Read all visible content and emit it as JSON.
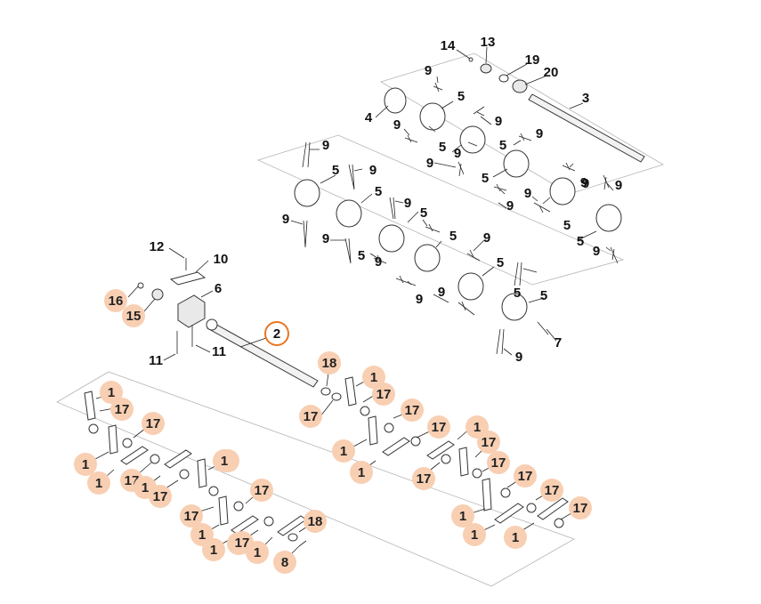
{
  "diagram": {
    "callouts": [
      {
        "id": "c14",
        "text": "14"
      },
      {
        "id": "c13",
        "text": "13"
      },
      {
        "id": "c19",
        "text": "19"
      },
      {
        "id": "c20",
        "text": "20"
      },
      {
        "id": "c3",
        "text": "3"
      },
      {
        "id": "c9a",
        "text": "9"
      },
      {
        "id": "c5a",
        "text": "5"
      },
      {
        "id": "c4",
        "text": "4"
      },
      {
        "id": "c9b",
        "text": "9"
      },
      {
        "id": "c9c",
        "text": "9"
      },
      {
        "id": "c5b",
        "text": "5"
      },
      {
        "id": "c9d",
        "text": "9"
      },
      {
        "id": "c5c",
        "text": "5"
      },
      {
        "id": "c9e",
        "text": "9"
      },
      {
        "id": "c9f",
        "text": "9"
      },
      {
        "id": "c5d",
        "text": "5"
      },
      {
        "id": "c9g",
        "text": "9"
      },
      {
        "id": "c9h",
        "text": "9"
      },
      {
        "id": "c9i",
        "text": "9"
      },
      {
        "id": "c5e",
        "text": "5"
      },
      {
        "id": "c9j",
        "text": "9"
      },
      {
        "id": "c9k",
        "text": "9"
      },
      {
        "id": "c5f",
        "text": "5"
      },
      {
        "id": "c9l",
        "text": "9"
      },
      {
        "id": "c5g",
        "text": "5"
      },
      {
        "id": "c9m",
        "text": "9"
      },
      {
        "id": "c5h",
        "text": "5"
      },
      {
        "id": "c9n",
        "text": "9"
      },
      {
        "id": "c5i",
        "text": "5"
      },
      {
        "id": "c9o",
        "text": "9"
      },
      {
        "id": "c5j",
        "text": "5"
      },
      {
        "id": "c9p",
        "text": "9"
      },
      {
        "id": "c5k",
        "text": "5"
      },
      {
        "id": "c9q",
        "text": "9"
      },
      {
        "id": "c5l",
        "text": "5"
      },
      {
        "id": "c9r",
        "text": "9"
      },
      {
        "id": "c9s",
        "text": "9"
      },
      {
        "id": "c5m",
        "text": "5"
      },
      {
        "id": "c9t",
        "text": "9"
      },
      {
        "id": "c7",
        "text": "7"
      },
      {
        "id": "c9u",
        "text": "9"
      },
      {
        "id": "c5n",
        "text": "5"
      },
      {
        "id": "c9v",
        "text": "9"
      },
      {
        "id": "c12",
        "text": "12"
      },
      {
        "id": "c10",
        "text": "10"
      },
      {
        "id": "c6",
        "text": "6"
      },
      {
        "id": "c11a",
        "text": "11"
      },
      {
        "id": "c11b",
        "text": "11"
      }
    ],
    "highlighted": [
      {
        "id": "h16",
        "text": "16"
      },
      {
        "id": "h15",
        "text": "15"
      },
      {
        "id": "h18a",
        "text": "18"
      },
      {
        "id": "h17a",
        "text": "17"
      },
      {
        "id": "h1a",
        "text": "1"
      },
      {
        "id": "h17b",
        "text": "17"
      },
      {
        "id": "h1b",
        "text": "1"
      },
      {
        "id": "h17c",
        "text": "17"
      },
      {
        "id": "h1c",
        "text": "1"
      },
      {
        "id": "h17d",
        "text": "17"
      },
      {
        "id": "h17e",
        "text": "17"
      },
      {
        "id": "h1d",
        "text": "1"
      },
      {
        "id": "h1e",
        "text": "1"
      },
      {
        "id": "h17f",
        "text": "17"
      },
      {
        "id": "h17g",
        "text": "17"
      },
      {
        "id": "h1f",
        "text": "1"
      },
      {
        "id": "h17h",
        "text": "17"
      },
      {
        "id": "h1g",
        "text": "1"
      },
      {
        "id": "h17i",
        "text": "17"
      },
      {
        "id": "h17j",
        "text": "17"
      },
      {
        "id": "h1h",
        "text": "1"
      },
      {
        "id": "h17k",
        "text": "17"
      },
      {
        "id": "h1i",
        "text": "1"
      },
      {
        "id": "h1j",
        "text": "1"
      },
      {
        "id": "h17l",
        "text": "17"
      },
      {
        "id": "h1k",
        "text": "1"
      },
      {
        "id": "h17m",
        "text": "17"
      },
      {
        "id": "h1l",
        "text": "1"
      },
      {
        "id": "h17n",
        "text": "17"
      },
      {
        "id": "h1m",
        "text": "1"
      },
      {
        "id": "h1n",
        "text": "1"
      },
      {
        "id": "h17o",
        "text": "17"
      },
      {
        "id": "h1o",
        "text": "1"
      },
      {
        "id": "h17p",
        "text": "17"
      },
      {
        "id": "h1p",
        "text": "1"
      },
      {
        "id": "h18b",
        "text": "18"
      },
      {
        "id": "h1q",
        "text": "1"
      },
      {
        "id": "h17q",
        "text": "17"
      },
      {
        "id": "h1r",
        "text": "1"
      },
      {
        "id": "h8",
        "text": "8"
      }
    ],
    "selected": {
      "id": "s2",
      "text": "2"
    }
  },
  "colors": {
    "highlight": "#f8cfb2",
    "selected_ring": "#e87722",
    "frame": "#b5b5b5",
    "ink": "#111111"
  }
}
